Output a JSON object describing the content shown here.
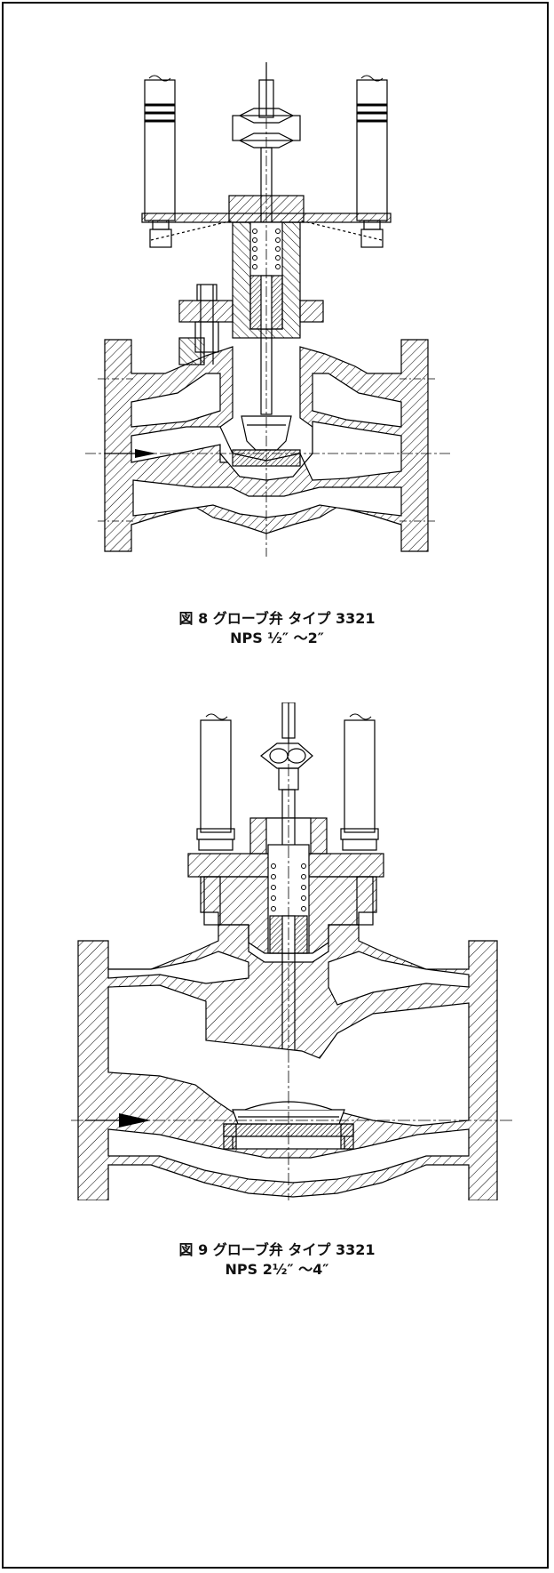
{
  "figures": [
    {
      "caption_line1": "図 8  グローブ弁  タイプ 3321",
      "caption_line2": "NPS ½″ ～2″"
    },
    {
      "caption_line1": "図 9  グローブ弁  タイプ 3321",
      "caption_line2": "NPS 2½″ ～4″"
    }
  ]
}
